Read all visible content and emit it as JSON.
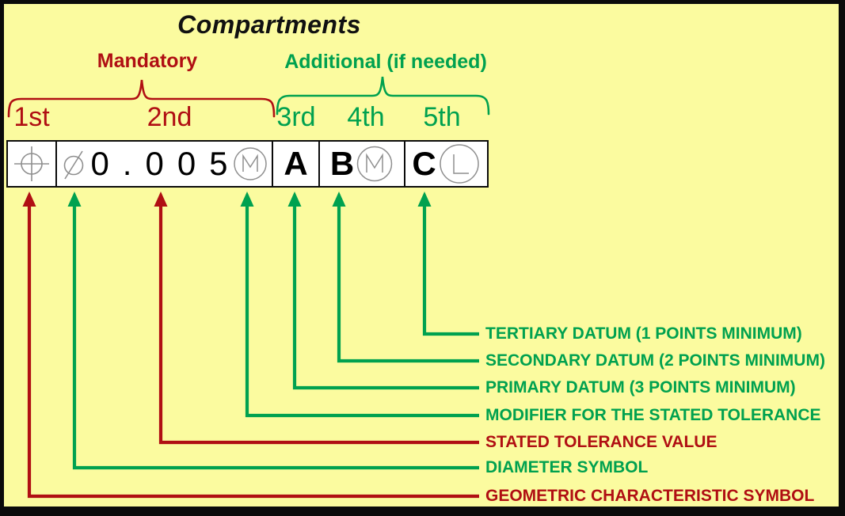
{
  "title": "Compartments",
  "groups": {
    "mandatory": {
      "label": "Mandatory",
      "color": "#B00F13"
    },
    "additional": {
      "label": "Additional (if needed)",
      "color": "#00A14F"
    }
  },
  "ordinals": [
    {
      "label": "1st",
      "color": "red"
    },
    {
      "label": "2nd",
      "color": "red"
    },
    {
      "label": "3rd",
      "color": "green"
    },
    {
      "label": "4th",
      "color": "green"
    },
    {
      "label": "5th",
      "color": "green"
    }
  ],
  "frame": {
    "geometric_symbol": "position",
    "diameter_symbol": "Ø",
    "tolerance_value": "0.005",
    "tolerance_modifier": "M",
    "primary_datum": "A",
    "secondary_datum": "B",
    "secondary_datum_modifier": "M",
    "tertiary_datum": "C",
    "tertiary_datum_modifier": "L"
  },
  "callouts": [
    {
      "label": "TERTIARY DATUM (1 POINTS MINIMUM)",
      "color": "green"
    },
    {
      "label": "SECONDARY DATUM (2 POINTS MINIMUM)",
      "color": "green"
    },
    {
      "label": "PRIMARY DATUM (3 POINTS MINIMUM)",
      "color": "green"
    },
    {
      "label": "MODIFIER FOR THE STATED TOLERANCE",
      "color": "green"
    },
    {
      "label": "STATED TOLERANCE VALUE",
      "color": "red"
    },
    {
      "label": "DIAMETER SYMBOL",
      "color": "green"
    },
    {
      "label": "GEOMETRIC CHARACTERISTIC SYMBOL",
      "color": "red"
    }
  ],
  "colors": {
    "background": "#FBFB9F",
    "red": "#B00F13",
    "green": "#00A14F",
    "symbol_gray": "#8F8F8F",
    "frame_border": "#1A1A1A"
  }
}
